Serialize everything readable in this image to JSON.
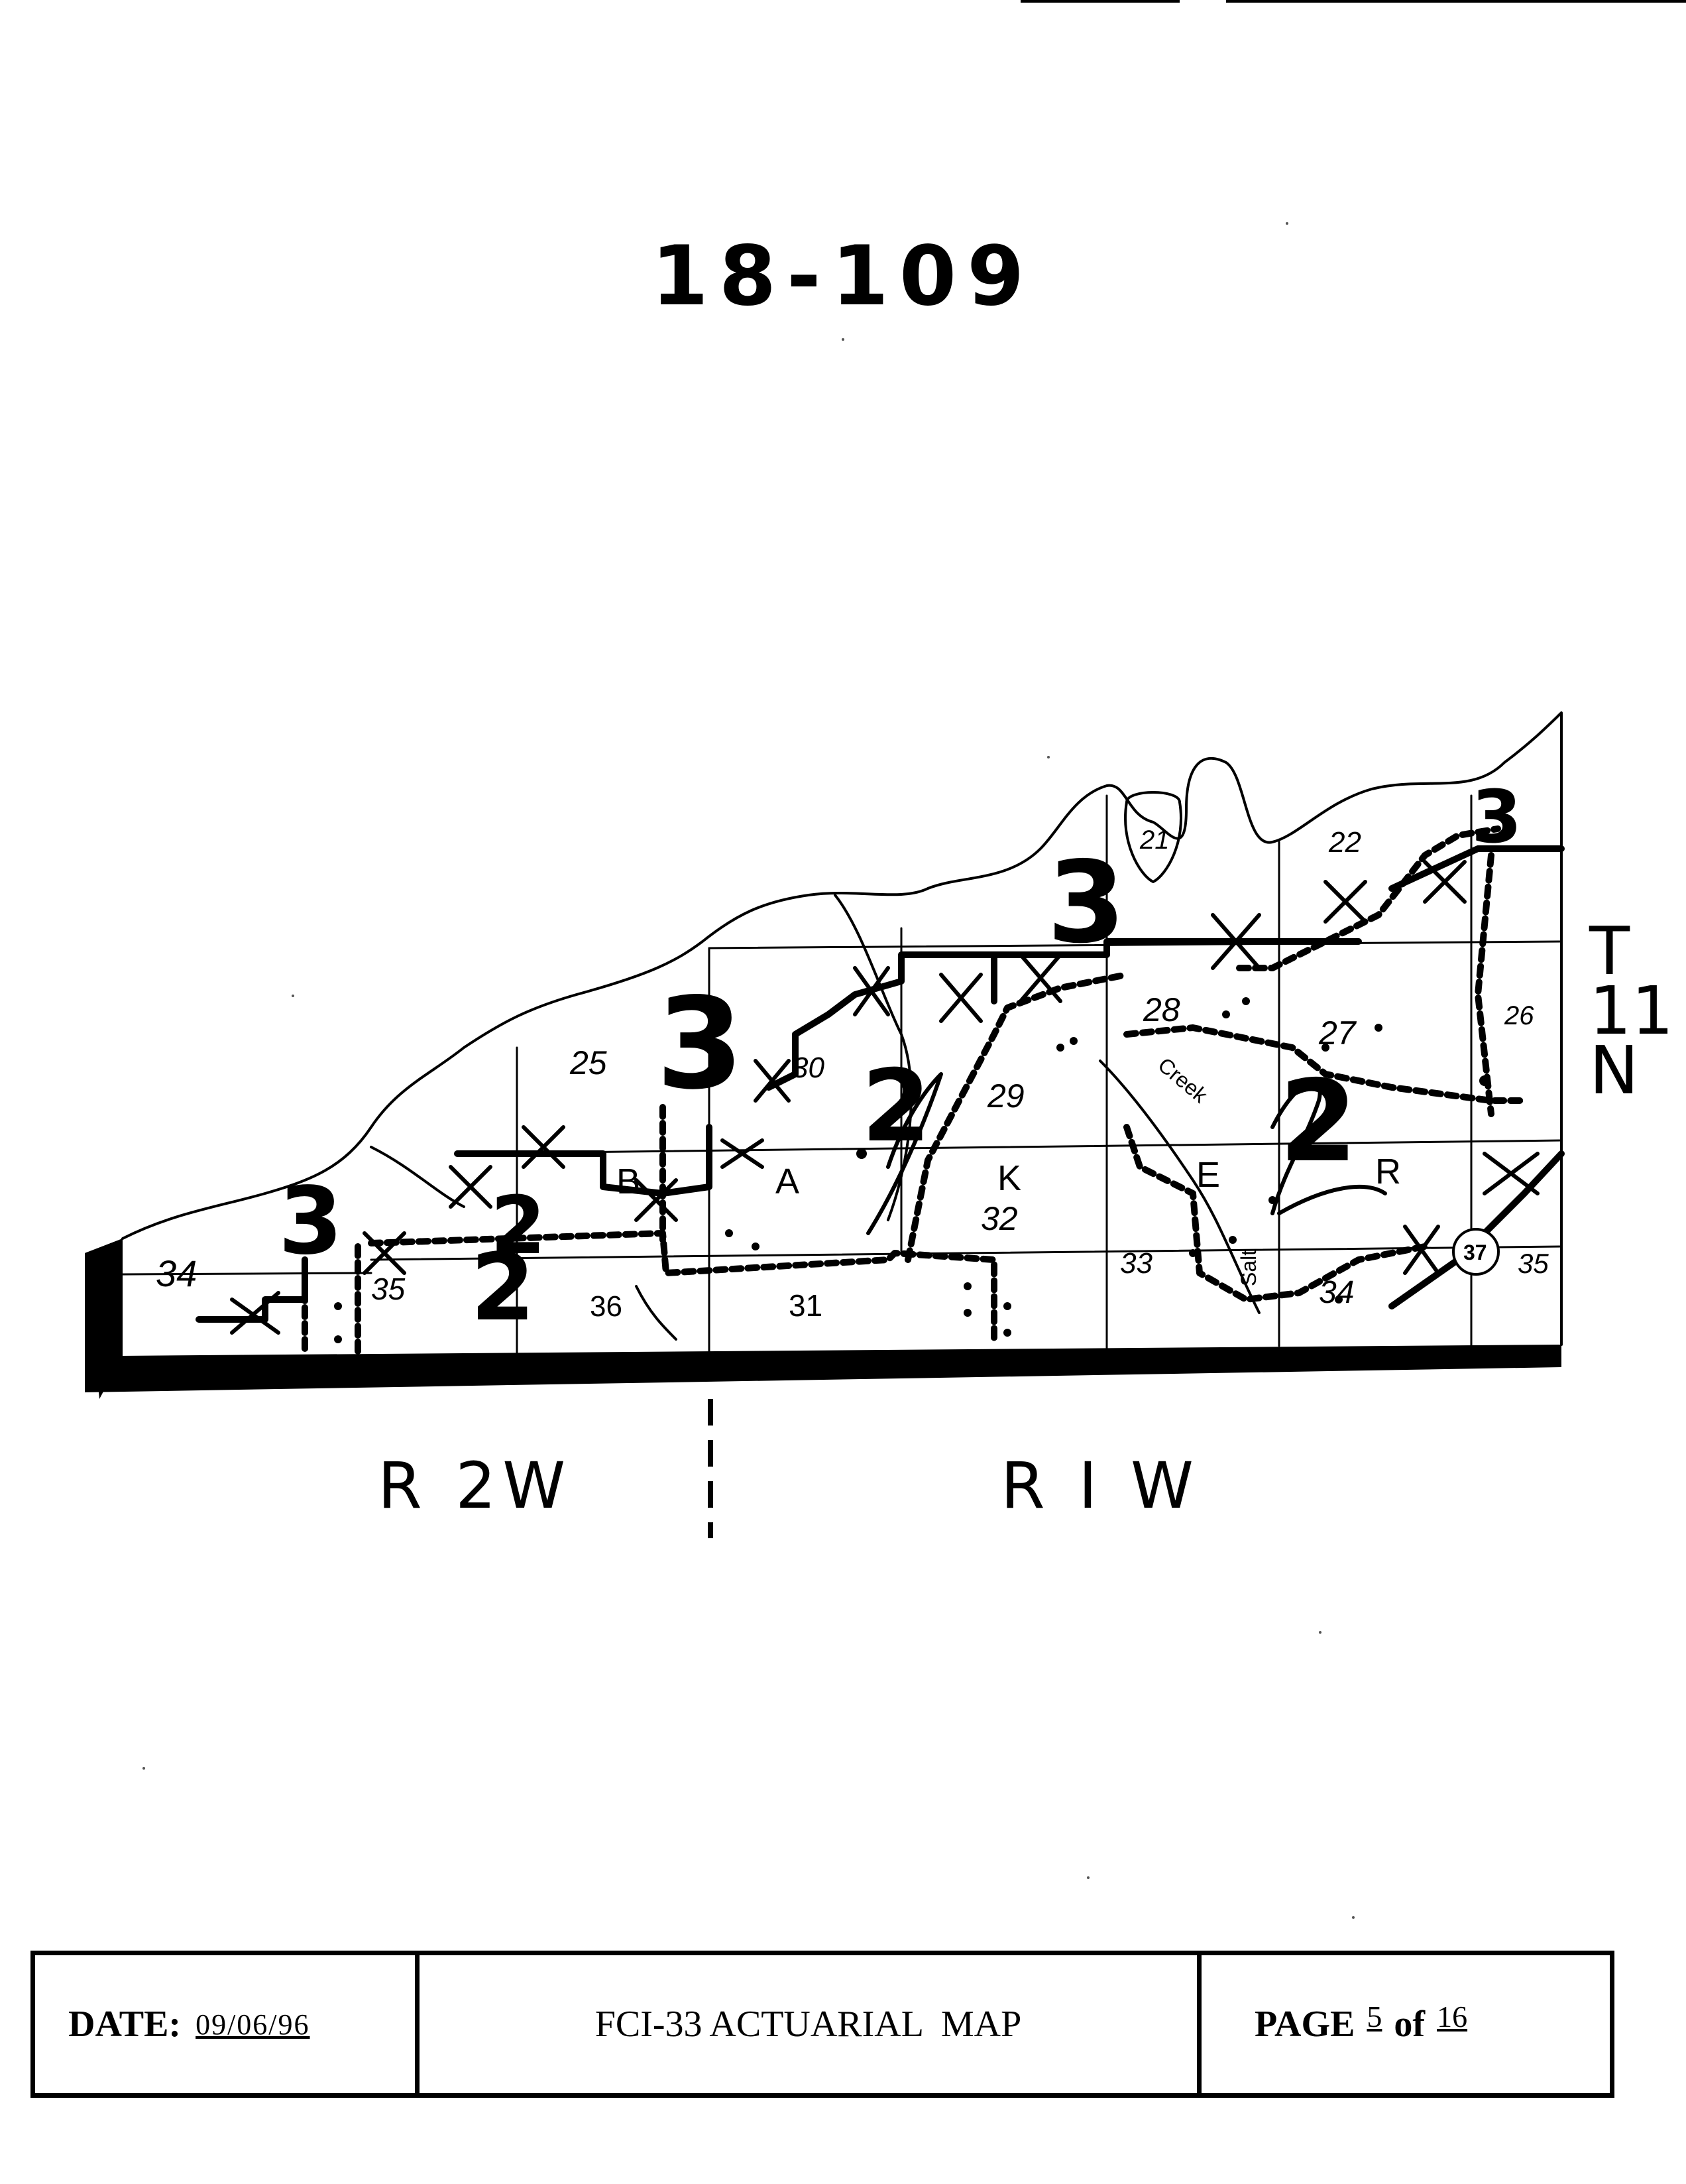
{
  "header": {
    "map_id": "18-109"
  },
  "map": {
    "township_labels": [
      "B",
      "A",
      "K",
      "E",
      "R"
    ],
    "section_numbers": [
      "21",
      "22",
      "25",
      "26",
      "27",
      "28",
      "29",
      "30",
      "31",
      "32",
      "33",
      "34",
      "35",
      "36",
      "34",
      "35"
    ],
    "highway_shield": "37",
    "creek_label": "Creek",
    "river_label": "Salt",
    "handwritten_marks": [
      "3",
      "3",
      "3",
      "3",
      "2",
      "2",
      "2",
      "2"
    ],
    "edge_text": "T\n11\nN"
  },
  "ranges": {
    "left": "R 2W",
    "right": "R I W"
  },
  "footer": {
    "date_label": "DATE:",
    "date_value": "09/06/96",
    "title": "FCI-33 ACTUARIAL  MAP",
    "page_label": "PAGE",
    "page_current": "5",
    "page_of": "of",
    "page_total": "16"
  },
  "colors": {
    "ink": "#000000",
    "paper": "#ffffff"
  }
}
